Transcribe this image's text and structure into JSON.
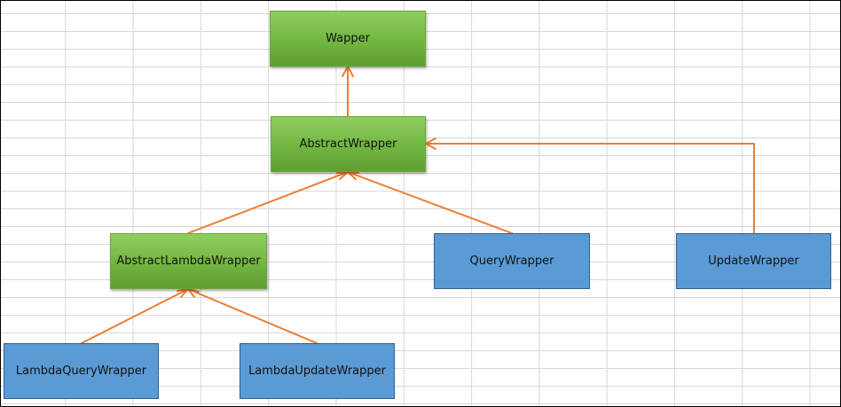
{
  "nodes": {
    "wapper": "Wapper",
    "abstract_wrapper": "AbstractWrapper",
    "abstract_lambda_wrapper": "AbstractLambdaWrapper",
    "query_wrapper": "QueryWrapper",
    "update_wrapper": "UpdateWrapper",
    "lambda_query_wrapper": "LambdaQueryWrapper",
    "lambda_update_wrapper": "LambdaUpdateWrapper"
  },
  "colors": {
    "green_node": "#74b843",
    "blue_node": "#5b9bd5",
    "connector": "#ed7d31",
    "gridline": "#d8d8d8"
  }
}
